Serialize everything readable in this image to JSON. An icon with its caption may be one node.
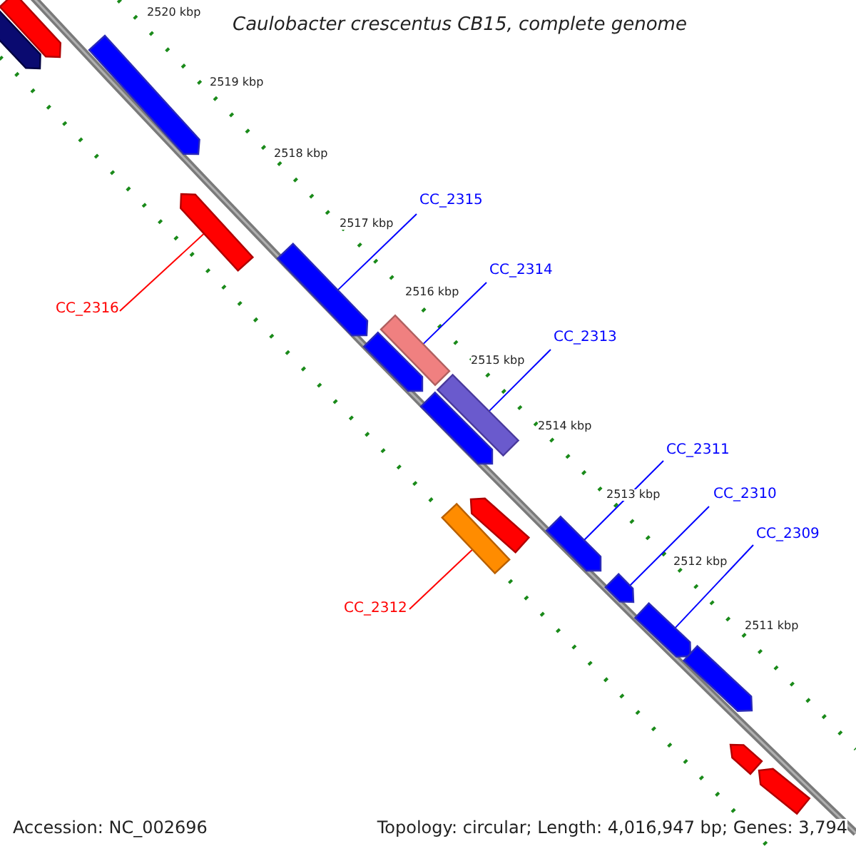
{
  "diagram": {
    "title": "Caulobacter crescentus CB15, complete genome",
    "nodes": [
      {
        "text": [
          "CC_2315"
        ]
      },
      {
        "text": [
          "CC_2314"
        ]
      },
      {
        "text": [
          "CC_2316"
        ]
      },
      {
        "text": [
          "CC_2313"
        ]
      },
      {
        "text": [
          "CC_2311"
        ]
      },
      {
        "text": [
          "CC_2310"
        ]
      },
      {
        "text": [
          "CC_2309"
        ]
      },
      {
        "text": [
          "CC_2312"
        ]
      },
      {
        "text": [],
        "shape": "arrow"
      },
      {
        "text": [],
        "shape": "bar"
      },
      {
        "text": [],
        "shape": "arrow"
      },
      {
        "text": [],
        "shape": "bar"
      },
      {
        "text": [],
        "shape": "arrow"
      },
      {
        "text": [],
        "shape": "arrow"
      },
      {
        "text": [],
        "shape": "arrow"
      },
      {
        "text": [],
        "shape": "bar"
      },
      {
        "text": [],
        "shape": "arrow"
      },
      {
        "text": [],
        "shape": "arrow"
      },
      {
        "text": [],
        "shape": "arrow"
      },
      {
        "text": [],
        "shape": "arrow"
      },
      {
        "text": [],
        "shape": "arrow"
      },
      {
        "text": [],
        "shape": "arrow"
      },
      {
        "text": [],
        "shape": "arrow"
      },
      {
        "text": [],
        "shape": "arrow"
      },
      {
        "text": [],
        "shape": "arrow"
      }
    ],
    "edges": [
      {
        "from": 0,
        "to": 8,
        "arrow": "none"
      },
      {
        "from": 1,
        "to": 9,
        "arrow": "none"
      },
      {
        "from": 2,
        "to": 10,
        "arrow": "none",
        "color": "#ff0000"
      },
      {
        "from": 3,
        "to": 11,
        "arrow": "none"
      },
      {
        "from": 4,
        "to": 12,
        "arrow": "none"
      },
      {
        "from": 5,
        "to": 13,
        "arrow": "none"
      },
      {
        "from": 6,
        "to": 14,
        "arrow": "none"
      },
      {
        "from": 7,
        "to": 15,
        "arrow": "none",
        "color": "#ff0000"
      }
    ],
    "labels": [
      "2520 kbp",
      "2519 kbp",
      "2518 kbp",
      "2517 kbp",
      "2516 kbp",
      "2515 kbp",
      "2514 kbp",
      "2513 kbp",
      "2512 kbp",
      "2511 kbp",
      "Accession: NC_002696",
      "Topology: circular; Length: 4,016,947 bp; Genes: 3,794"
    ]
  }
}
